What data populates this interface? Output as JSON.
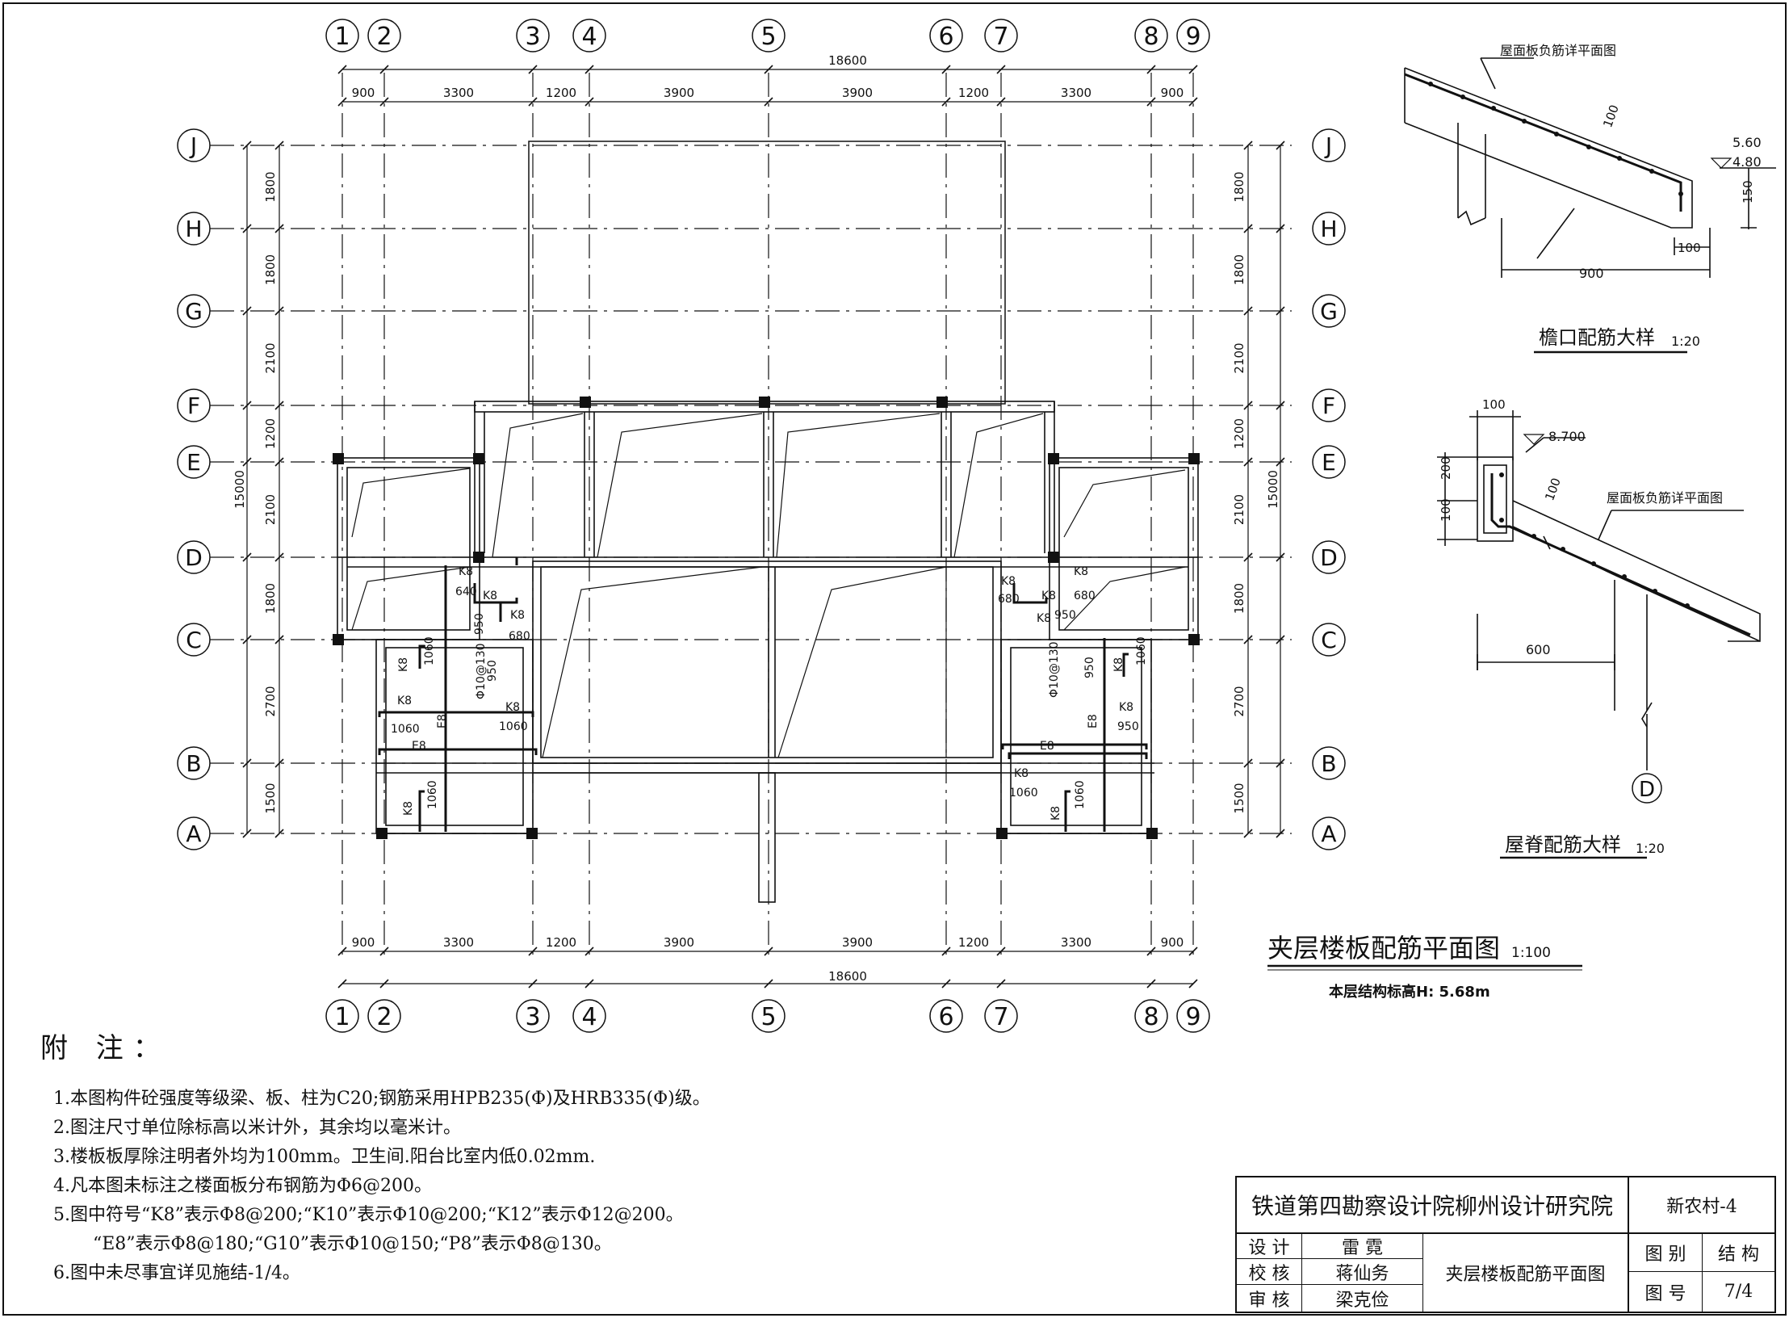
{
  "plan": {
    "title": "夹层楼板配筋平面图",
    "scale": "1:100",
    "elevation": "本层结构标高H: 5.68m",
    "overall_width": "18600",
    "overall_height": "15000",
    "axes_x": [
      "1",
      "2",
      "3",
      "4",
      "5",
      "6",
      "7",
      "8",
      "9"
    ],
    "axes_y": [
      "J",
      "H",
      "G",
      "F",
      "E",
      "D",
      "C",
      "B",
      "A"
    ],
    "dims_x": [
      "900",
      "3300",
      "1200",
      "3900",
      "3900",
      "1200",
      "3300",
      "900"
    ],
    "dims_y": [
      "1800",
      "1800",
      "2100",
      "1200",
      "2100",
      "1800",
      "2700",
      "1500"
    ],
    "rebar_labels": {
      "k8": "K8",
      "e8": "E8",
      "r640": "640",
      "r680": "680",
      "r950": "950",
      "r1060": "1060",
      "phi": "Φ10@130"
    }
  },
  "detail_eave": {
    "title": "檐口配筋大样",
    "scale": "1:20",
    "callout": "屋面板负筋详平面图",
    "dim_900": "900",
    "dim_100": "100",
    "dim_150": "150",
    "dim_slab": "100",
    "elev_560": "5.60",
    "elev_480": "4.80"
  },
  "detail_ridge": {
    "title": "屋脊配筋大样",
    "scale": "1:20",
    "callout": "屋面板负筋详平面图",
    "dim_top": "100",
    "elev_870": "8.700",
    "dim_100": "100",
    "dim_200": "200",
    "dim_slab": "100",
    "dim_600": "600",
    "axis": "D"
  },
  "notes": {
    "title": "附 注：",
    "items": [
      "1.本图构件砼强度等级梁、板、柱为C20;钢筋采用HPB235(Φ)及HRB335(Φ)级。",
      "2.图注尺寸单位除标高以米计外，其余均以毫米计。",
      "3.楼板板厚除注明者外均为100mm。卫生间.阳台比室内低0.02mm.",
      "4.凡本图未标注之楼面板分布钢筋为Φ6@200。",
      "5.图中符号“K8”表示Φ8@200;“K10”表示Φ10@200;“K12”表示Φ12@200。",
      "       “E8”表示Φ8@180;“G10”表示Φ10@150;“P8”表示Φ8@130。",
      "6.图中未尽事宜详见施结-1/4。"
    ]
  },
  "title_block": {
    "institute": "铁道第四勘察设计院柳州设计研究院",
    "project": "新农村-4",
    "design_label": "设  计",
    "design_name": "雷  霓",
    "check_label": "校  核",
    "check_name": "蒋仙务",
    "review_label": "审  核",
    "review_name": "梁克俭",
    "drawing_name": "夹层楼板配筋平面图",
    "category_label": "图  别",
    "category_value": "结  构",
    "number_label": "图  号",
    "number_value": "7/4"
  }
}
